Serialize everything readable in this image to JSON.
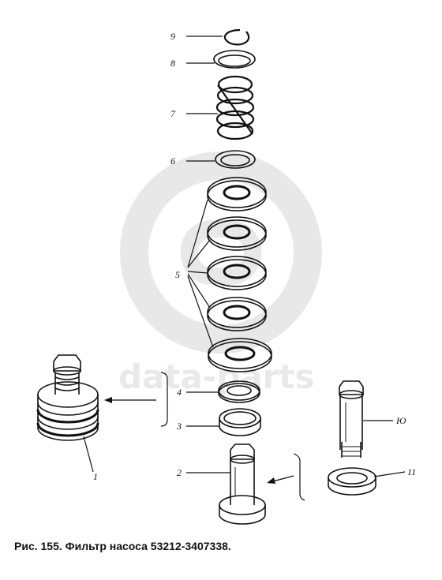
{
  "caption": "Рис. 155. Фильтр насоса 53212-3407338.",
  "callouts": {
    "c1": "1",
    "c2": "2",
    "c3": "3",
    "c4": "4",
    "c5": "5",
    "c6": "6",
    "c7": "7",
    "c8": "8",
    "c9": "9",
    "c10": "Ю",
    "c11": "11"
  },
  "watermark": {
    "text": "data-parts"
  }
}
